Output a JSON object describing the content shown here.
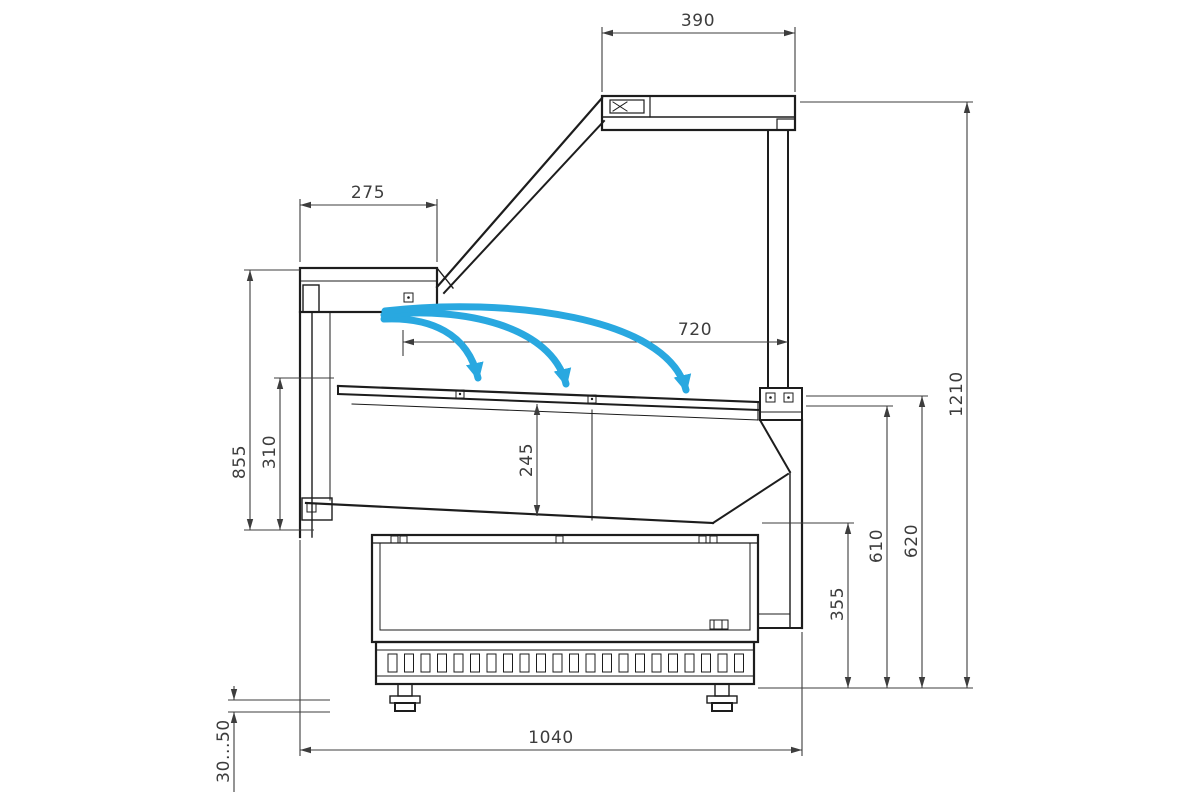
{
  "figure": {
    "type": "technical-drawing",
    "subject": "refrigerated display case side section with airflow",
    "airflow_arrow_count": 3
  },
  "colors": {
    "background": "#ffffff",
    "linework": "#1d1d1d",
    "dimension": "#3d3d3d",
    "airflow": "#29a8e0"
  },
  "dimensions": {
    "canopy_width": {
      "label": "390"
    },
    "front_top_depth": {
      "label": "275"
    },
    "interior_width": {
      "label": "720"
    },
    "front_height": {
      "label": "855"
    },
    "front_panel_height": {
      "label": "310"
    },
    "well_depth": {
      "label": "245"
    },
    "total_height": {
      "label": "1210"
    },
    "rear_inner_height": {
      "label": "610"
    },
    "rear_outer_height": {
      "label": "620"
    },
    "base_section_height": {
      "label": "355"
    },
    "base_depth": {
      "label": "1040"
    },
    "foot_adjustment_range": {
      "label": "30...50"
    }
  }
}
